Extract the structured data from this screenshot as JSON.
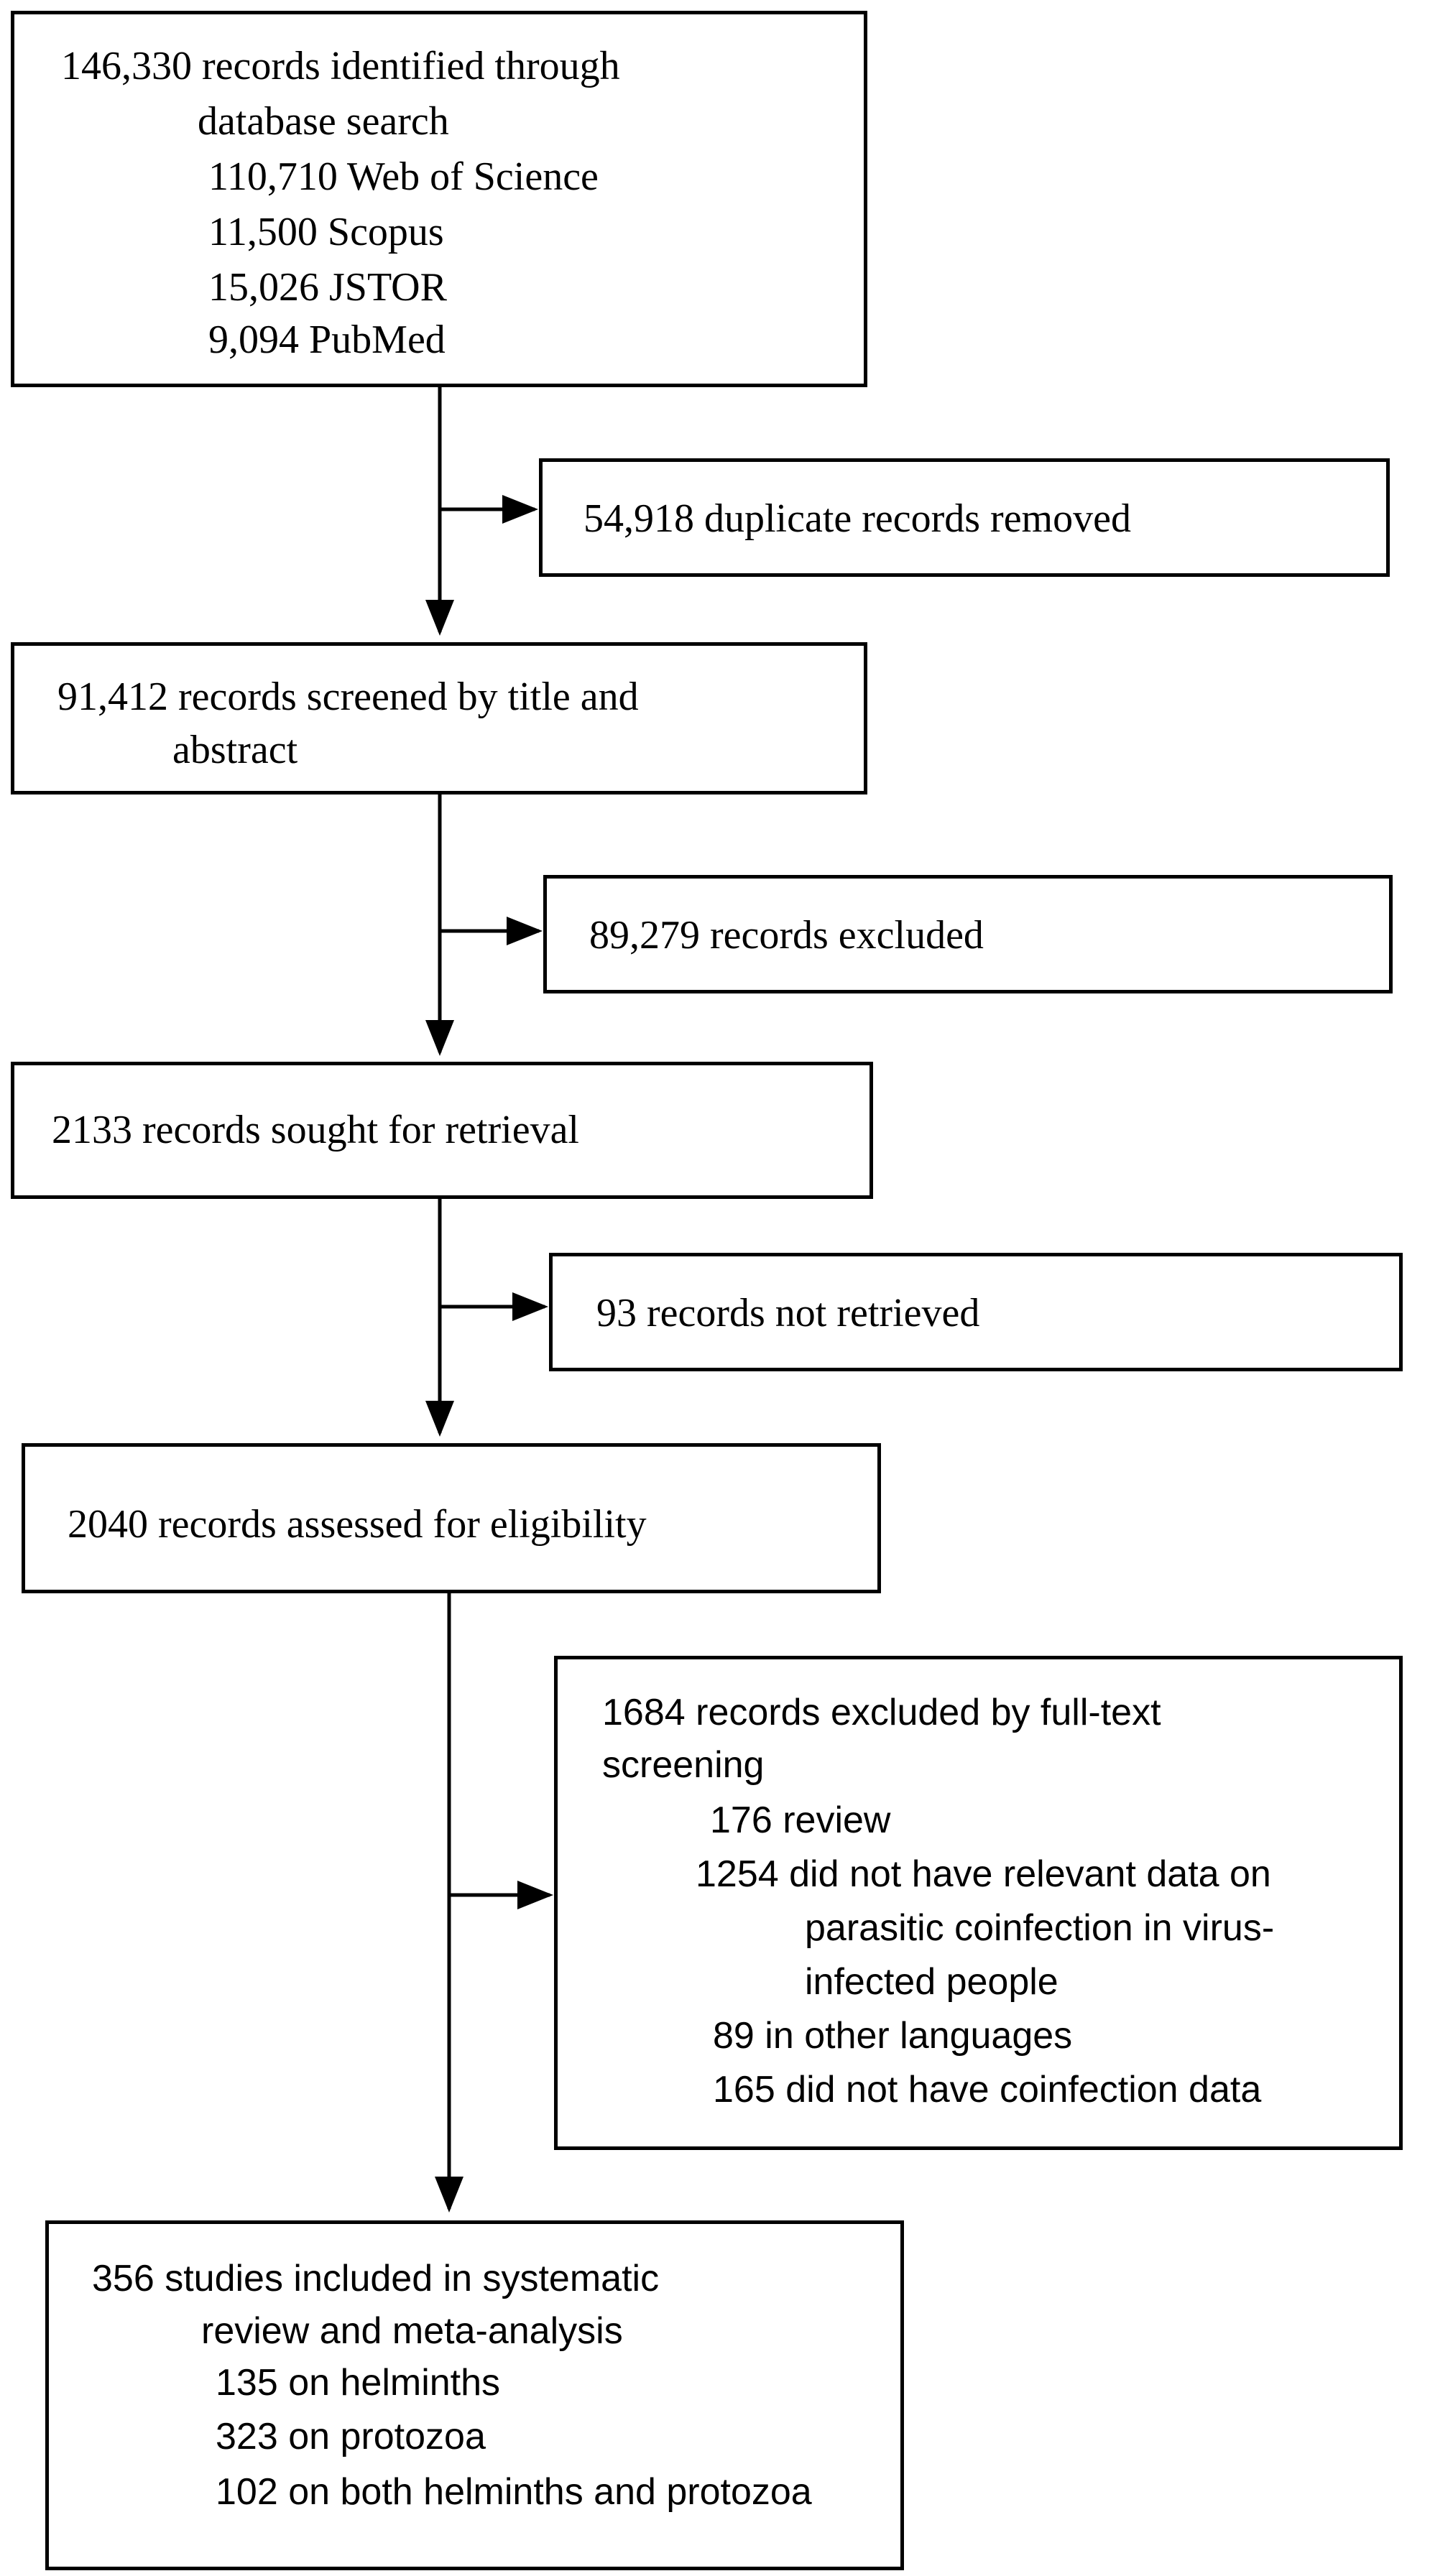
{
  "flow": {
    "identification": {
      "line1": "146,330 records identified through",
      "line2": "database search",
      "sources": [
        "110,710 Web of Science",
        "11,500 Scopus",
        "15,026 JSTOR",
        "9,094 PubMed"
      ]
    },
    "duplicates": "54,918 duplicate records removed",
    "screened": {
      "line1": "91,412 records screened by title and",
      "line2": "abstract"
    },
    "excluded": "89,279 records excluded",
    "sought": "2133 records sought for retrieval",
    "not_retrieved": "93 records not retrieved",
    "assessed": "2040 records assessed for eligibility",
    "fulltext_excluded": {
      "line1": "1684 records excluded by full-text",
      "line2": "screening",
      "reasons": [
        "176 review",
        "1254 did not have relevant data on",
        "parasitic coinfection in virus-",
        "infected people",
        "89 in other languages",
        "165 did not have coinfection data"
      ]
    },
    "included": {
      "line1": "356 studies included in systematic",
      "line2": "review and meta-analysis",
      "items": [
        "135 on helminths",
        "323 on protozoa",
        "102 on both helminths and protozoa"
      ]
    }
  }
}
